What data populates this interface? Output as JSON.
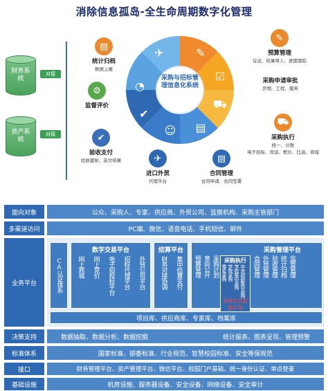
{
  "title": "消除信息孤岛-全生命周期数字化管理",
  "left": {
    "db1": "财务系统",
    "db2": "资产系统",
    "connector": "对接"
  },
  "wheel": {
    "center": "采购与招标管理信息化系统"
  },
  "capabilities": [
    {
      "title": "统计归档",
      "sub": "数据上报",
      "icon": "document-icon",
      "color": "#e98a2c"
    },
    {
      "title": "监督评价",
      "sub": "",
      "icon": "gear-icon",
      "color": "#5aa84c"
    },
    {
      "title": "验收支付",
      "sub": "验收建账、支付结果",
      "icon": "check-icon",
      "color": "#3b6fb8"
    },
    {
      "title": "进口外贸",
      "sub": "代理平台",
      "icon": "plane-icon",
      "color": "#2f69b3"
    },
    {
      "title": "合同管理",
      "sub": "合同申请、合同签署",
      "icon": "contract-icon",
      "color": "#2f69b3"
    },
    {
      "title": "采购执行",
      "sub": "统一、分散",
      "sub2": "电子招标、竞谈、框价、比选、商城",
      "icon": "cart-icon",
      "color": "#e98a2c"
    },
    {
      "title": "采购申请审批",
      "sub": "货物、工程、服务",
      "icon": "approve-icon",
      "color": "#3b6fb8"
    },
    {
      "title": "预算管理",
      "sub": "论证、结果导入、进度跟踪",
      "icon": "tools-icon",
      "color": "#e98a2c"
    }
  ],
  "grid": {
    "rows": [
      {
        "label": "面向对象",
        "content": "公众、采购人、专家、供应商、外贸公司、监察机构、采购主管部门"
      },
      {
        "label": "多渠道访问",
        "content": "PC端、微信、语音电话、手机短信、邮件"
      },
      {
        "label": "业务平台"
      },
      {
        "label": "决策支持",
        "left": "数据抽取、数据分析、数据挖掘",
        "right": "统计报表、图表呈现、管理预警"
      },
      {
        "label": "标准体系",
        "content": "国家标准、部委标准、行业规范、智慧校园标准、安全等保规范"
      },
      {
        "label": "接口",
        "content": "财务管理平台、资产管理平台、微信平台、校园门户基础、统一身份认证、单点登录"
      },
      {
        "label": "基础设施",
        "content": "机房设施、服务器设备、安全设备、网络设备、安全审计"
      }
    ],
    "ca": "CA认证体系",
    "trade": {
      "title": "数字交易平台",
      "cols": [
        "网上商城",
        "网上竞价",
        "电子招投标平台",
        "招标代理平台",
        "外贸公司平台"
      ]
    },
    "settle": {
      "title": "结算平台",
      "cols": [
        "财务对接协调",
        "集中结算支付"
      ]
    },
    "procure": {
      "title": "采购管理平台",
      "cols_left": [
        "预算管理",
        "意向公开",
        "采购计划"
      ],
      "exec_title": "采购执行",
      "exec_cols": [
        "零星采购",
        "学院采购",
        "学校集中采购",
        "中央政府集中采购"
      ],
      "exec_note": "采购方式智能引导",
      "cols_right": [
        "合同管理",
        "外贸管理",
        "验收管理",
        "统计归档",
        "监督管理"
      ]
    },
    "library": "项目库、供应商库、专家库、档案库"
  }
}
